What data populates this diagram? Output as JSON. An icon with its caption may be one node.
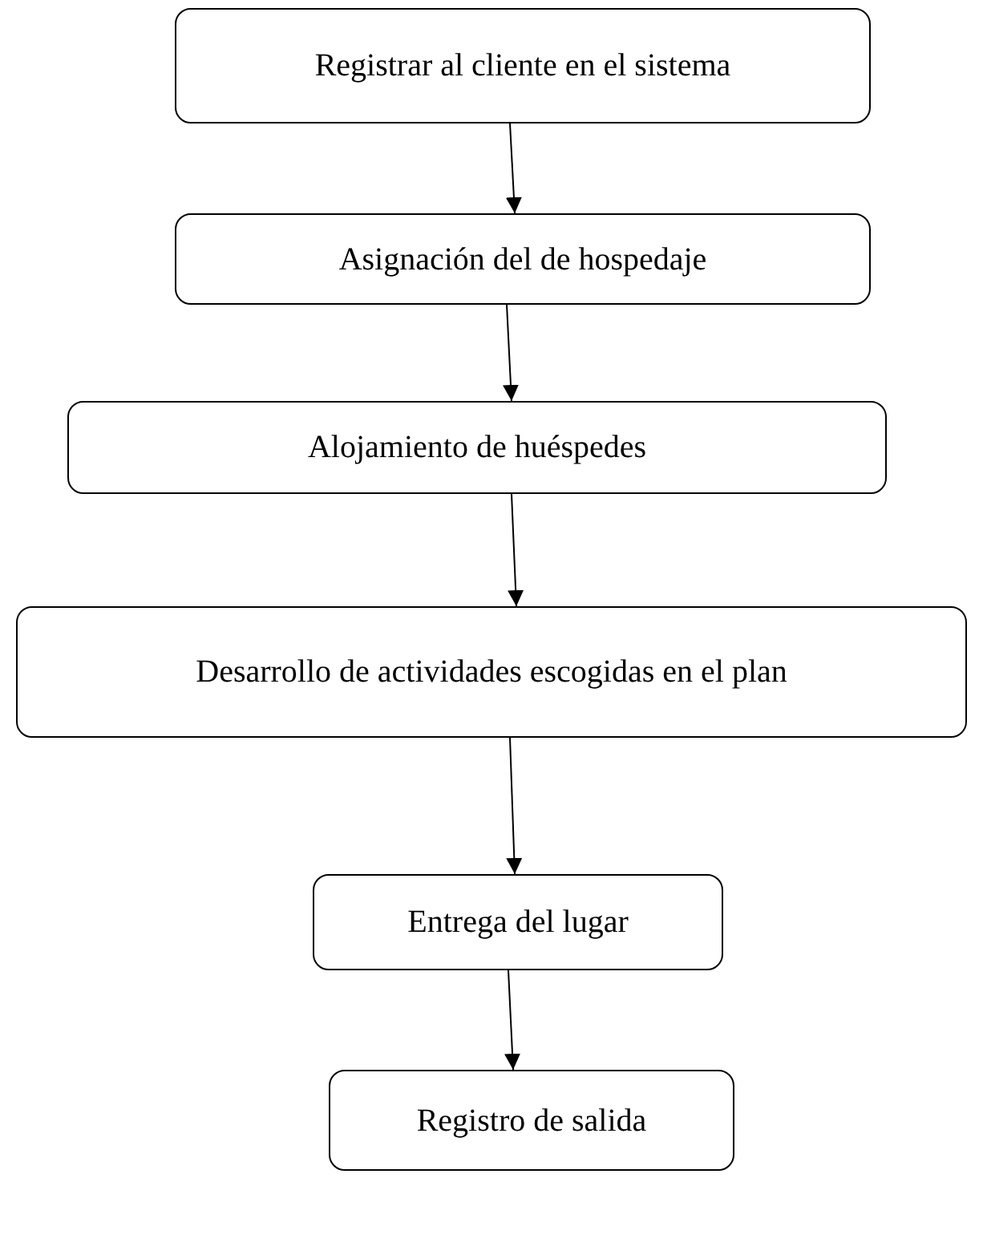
{
  "diagram": {
    "nodes": [
      {
        "text": [
          "Registrar al cliente en el sistema"
        ]
      },
      {
        "text": [
          "Asignación del de hospedaje"
        ]
      },
      {
        "text": [
          "Alojamiento de huéspedes"
        ]
      },
      {
        "text": [
          "Desarrollo de actividades escogidas en el plan"
        ]
      },
      {
        "text": [
          "Entrega del lugar"
        ]
      },
      {
        "text": [
          "Registro de salida"
        ]
      }
    ],
    "edges": [
      {
        "from": 0,
        "to": 1,
        "arrow": "to"
      },
      {
        "from": 1,
        "to": 2,
        "arrow": "to"
      },
      {
        "from": 2,
        "to": 3,
        "arrow": "to"
      },
      {
        "from": 3,
        "to": 4,
        "arrow": "to"
      },
      {
        "from": 4,
        "to": 5,
        "arrow": "to"
      }
    ]
  }
}
